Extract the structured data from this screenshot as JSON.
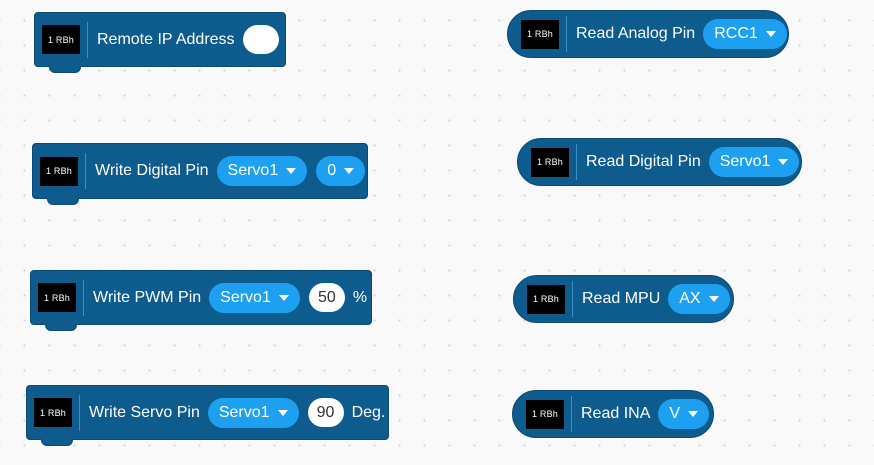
{
  "logo_text": "1 RBh",
  "blocks": {
    "remote_ip": {
      "label": "Remote IP Address",
      "value": ""
    },
    "write_digital": {
      "label": "Write Digital Pin",
      "pin": "Servo1",
      "value": "0"
    },
    "write_pwm": {
      "label": "Write PWM Pin",
      "pin": "Servo1",
      "value": "50",
      "unit": "%"
    },
    "write_servo": {
      "label": "Write Servo Pin",
      "pin": "Servo1",
      "value": "90",
      "unit": "Deg."
    },
    "read_analog": {
      "label": "Read Analog Pin",
      "pin": "RCC1"
    },
    "read_digital": {
      "label": "Read Digital Pin",
      "pin": "Servo1"
    },
    "read_mpu": {
      "label": "Read MPU",
      "axis": "AX"
    },
    "read_ina": {
      "label": "Read INA",
      "quantity": "V"
    }
  },
  "colors": {
    "block": "#0e5b8e",
    "dropdown": "#1ea0f0",
    "workspace": "#f9f9f9"
  },
  "icons": [
    "caret-down-icon",
    "robot-logo-icon"
  ]
}
